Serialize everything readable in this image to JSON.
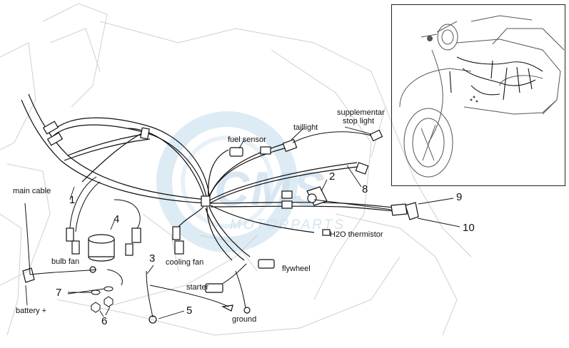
{
  "watermark": {
    "logo_text": "CMS",
    "sub_text": "MOTORPARTS"
  },
  "labels": {
    "main_cable": "main cable",
    "fuel_sensor": "fuel sensor",
    "taillight": "taillight",
    "supplementary_stop_line1": "supplementar",
    "supplementary_stop_line2": "stop light",
    "h2o_thermistor": "H2O thermistor",
    "flywheel": "flywheel",
    "starter": "starter",
    "ground": "ground",
    "cooling_fan": "cooling fan",
    "bulb_fan": "bulb fan",
    "battery": "battery +"
  },
  "callouts": [
    "1",
    "2",
    "3",
    "4",
    "5",
    "6",
    "7",
    "8",
    "9",
    "10"
  ],
  "colors": {
    "line": "#111111",
    "ghost": "#c8c8c8",
    "watermark": "#cde0ee"
  }
}
